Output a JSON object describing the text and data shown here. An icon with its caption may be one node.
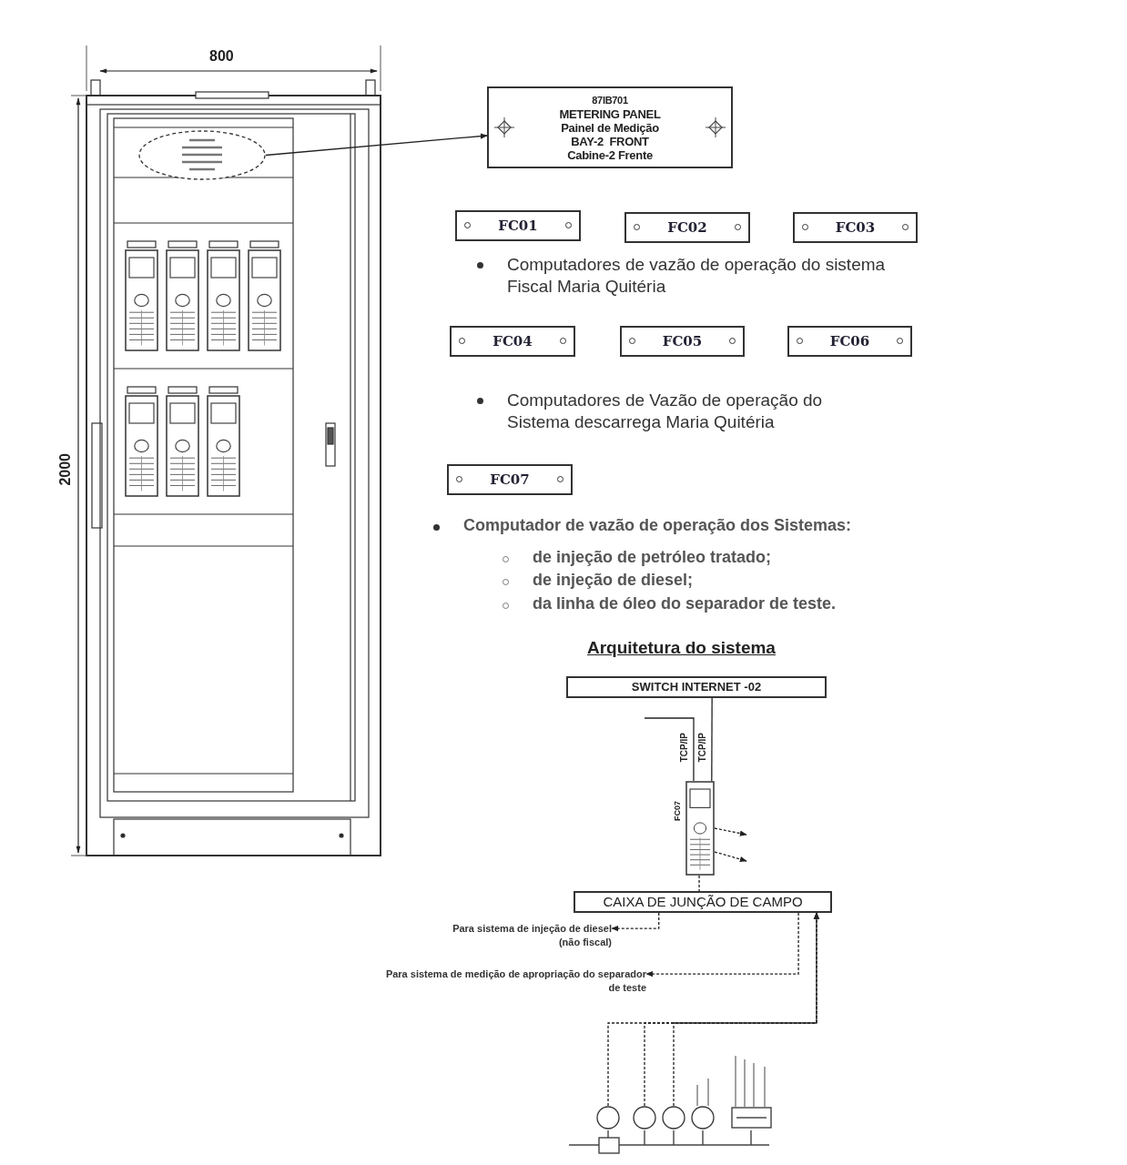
{
  "diagram": {
    "nodes": [
      {
        "text": [],
        "shape": "ellipse"
      },
      {
        "text": [
          "87IB701",
          "METERING PANEL",
          "Painel de Medição",
          "BAY-2  FRONT",
          "Cabine-2 Frente"
        ]
      },
      {
        "text": [
          "FC01"
        ]
      },
      {
        "text": [
          "FC02"
        ]
      },
      {
        "text": [
          "FC03"
        ]
      },
      {
        "text": [
          "FC04"
        ]
      },
      {
        "text": [
          "FC05"
        ]
      },
      {
        "text": [
          "FC06"
        ]
      },
      {
        "text": [
          "FC07"
        ]
      },
      {
        "text": [
          "SWITCH INTERNET -02"
        ]
      },
      {
        "text": [],
        "shape": "picture",
        "beside": [
          "FC07"
        ]
      },
      {
        "text": [
          "CAIXA DE JUNÇÃO DE CAMPO"
        ]
      },
      {
        "text": [
          "Para sistema de injeção de diesel (não fiscal)"
        ]
      },
      {
        "text": [
          "Para sistema de medição de apropriação do separador de teste"
        ]
      },
      {
        "text": [],
        "shape": "circle"
      },
      {
        "text": [],
        "shape": "circle"
      },
      {
        "text": [],
        "shape": "circle"
      },
      {
        "text": [],
        "shape": "circle"
      },
      {
        "text": [],
        "shape": "box"
      }
    ],
    "edges": [
      {
        "from": 0,
        "to": 1,
        "arrow": "to"
      },
      {
        "from": null,
        "to": 10,
        "arrow": "none",
        "label": "TCP/IP"
      },
      {
        "from": 9,
        "to": 10,
        "arrow": "none",
        "label": "TCP/IP"
      },
      {
        "from": 10,
        "to": 11,
        "arrow": "none",
        "style": "dashed"
      },
      {
        "from": 10,
        "to": null,
        "arrow": "to",
        "style": "dashed"
      },
      {
        "from": 10,
        "to": null,
        "arrow": "to",
        "style": "dashed"
      },
      {
        "from": 11,
        "to": 12,
        "arrow": "to",
        "style": "dashed"
      },
      {
        "from": 11,
        "to": 13,
        "arrow": "to",
        "style": "dashed"
      },
      {
        "from": 14,
        "to": 11,
        "arrow": "to",
        "style": "dashed"
      },
      {
        "from": 15,
        "to": 11,
        "arrow": "to",
        "style": "dashed"
      },
      {
        "from": 16,
        "to": 11,
        "arrow": "to",
        "style": "dashed"
      }
    ],
    "labels": [
      "800",
      "2000",
      "Computadores de vazão de operação do sistema Fiscal Maria Quitéria",
      "Computadores de Vazão de operação do Sistema descarrega Maria Quitéria",
      "Computador de vazão de operação dos Sistemas:",
      "de injeção de petróleo tratado;",
      "de injeção de diesel;",
      "da linha de óleo do separador de teste.",
      "Arquitetura do sistema"
    ]
  }
}
